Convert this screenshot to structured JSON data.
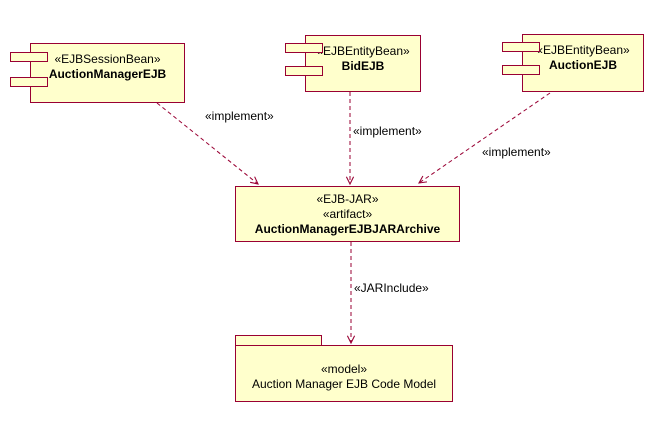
{
  "colors": {
    "node_fill": "#FFFFCC",
    "node_border": "#990033",
    "edge_color": "#990033",
    "text_color": "#000000",
    "background": "#FFFFFF"
  },
  "nodes": {
    "components": [
      {
        "stereotype": "«EJBSessionBean»",
        "name": "AuctionManagerEJB"
      },
      {
        "stereotype": "«EJBEntityBean»",
        "name": "BidEJB"
      },
      {
        "stereotype": "«EJBEntityBean»",
        "name": "AuctionEJB"
      }
    ],
    "artifact": {
      "stereotype_1": "«EJB-JAR»",
      "stereotype_2": "«artifact»",
      "name": "AuctionManagerEJBJARArchive"
    },
    "model_package": {
      "stereotype": "«model»",
      "name": "Auction Manager EJB Code Model"
    }
  },
  "edges": {
    "implement_1": {
      "label": "«implement»",
      "from": "AuctionManagerEJB",
      "to": "AuctionManagerEJBJARArchive"
    },
    "implement_2": {
      "label": "«implement»",
      "from": "BidEJB",
      "to": "AuctionManagerEJBJARArchive"
    },
    "implement_3": {
      "label": "«implement»",
      "from": "AuctionEJB",
      "to": "AuctionManagerEJBJARArchive"
    },
    "jar_include": {
      "label": "«JARInclude»",
      "from": "AuctionManagerEJBJARArchive",
      "to": "Auction Manager EJB Code Model"
    }
  }
}
